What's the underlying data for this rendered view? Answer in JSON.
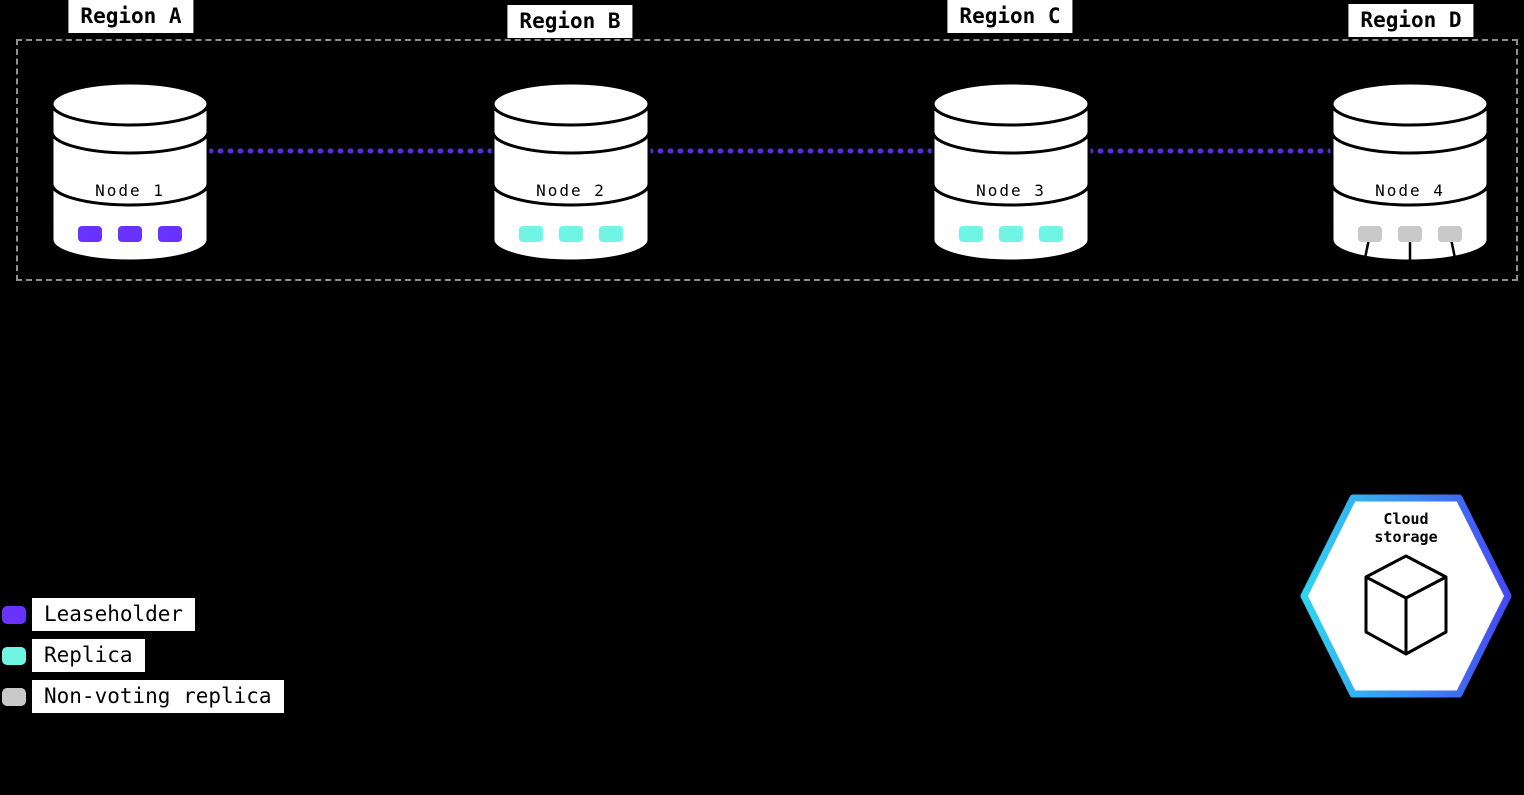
{
  "diagram": {
    "regions": [
      {
        "label": "Region A"
      },
      {
        "label": "Region B"
      },
      {
        "label": "Region C"
      },
      {
        "label": "Region D"
      }
    ],
    "nodes": [
      {
        "label": "Node 1",
        "replica_type": "leaseholder"
      },
      {
        "label": "Node 2",
        "replica_type": "replica"
      },
      {
        "label": "Node 3",
        "replica_type": "replica"
      },
      {
        "label": "Node 4",
        "replica_type": "non-voting replica"
      }
    ],
    "legend": [
      {
        "label": "Leaseholder"
      },
      {
        "label": "Replica"
      },
      {
        "label": "Non-voting replica"
      }
    ],
    "cloud_storage": {
      "line1": "Cloud",
      "line2": "storage"
    },
    "colors": {
      "background": "#000000",
      "leaseholder": "#6933FF",
      "replica": "#70F5E4",
      "nonvoting": "#C9C9C9",
      "connection": "#5B2DE0",
      "hexa": "#2FD4F0",
      "hexb": "#4649F4"
    }
  }
}
